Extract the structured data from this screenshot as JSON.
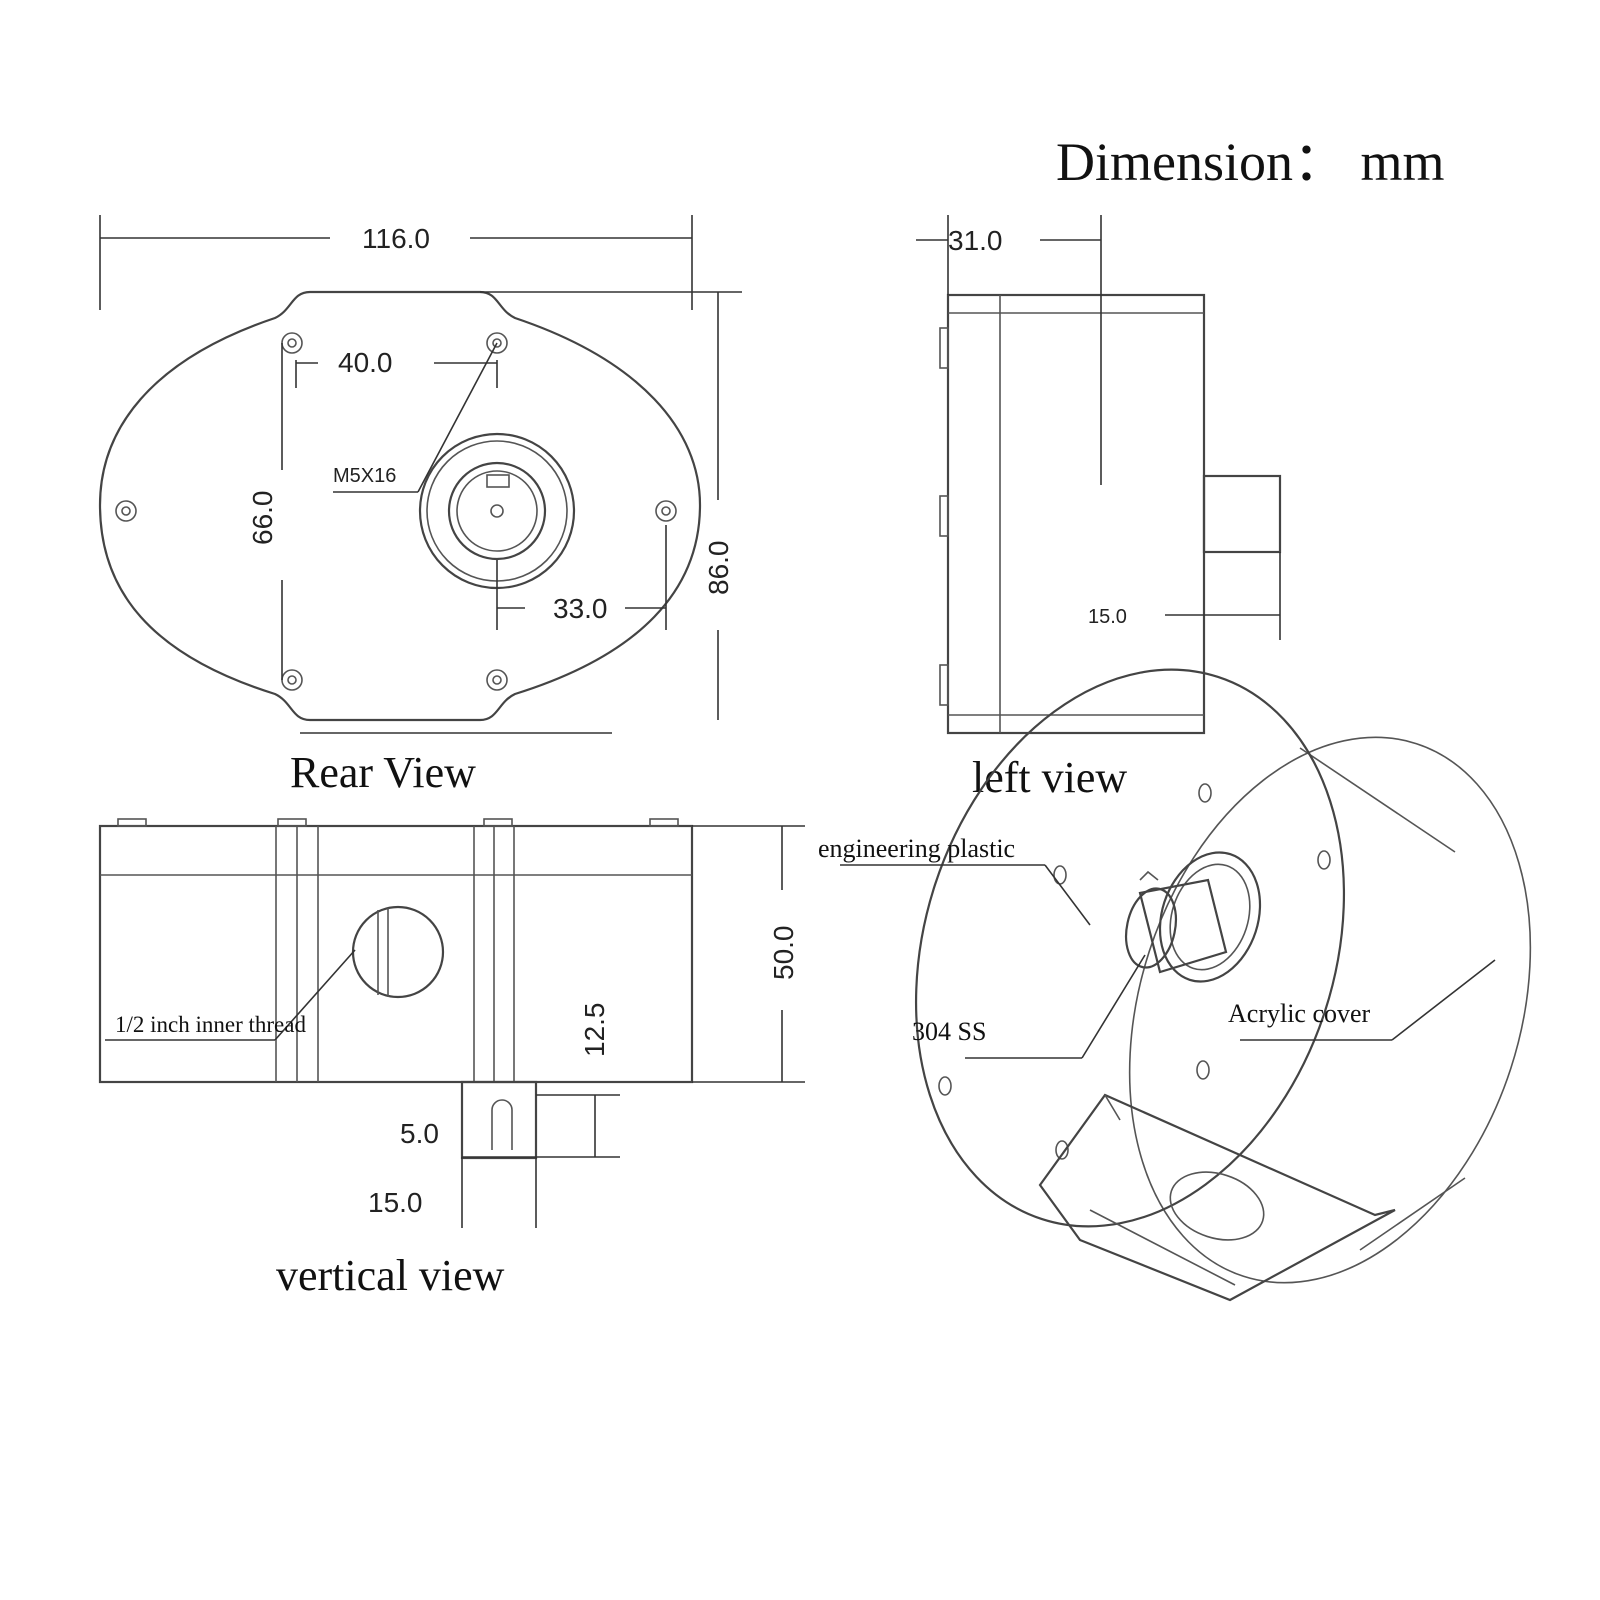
{
  "heading": "Dimension：  mm",
  "views": {
    "rear": "Rear View",
    "left": "left view",
    "vertical": "vertical view"
  },
  "dimensions": {
    "rear_width": "116.0",
    "rear_hole_spacing_h": "40.0",
    "rear_hole_spacing_v": "66.0",
    "rear_height": "86.0",
    "rear_shaft_offset": "33.0",
    "screw_spec": "M5X16",
    "left_depth": "31.0",
    "left_shaft_length": "15.0",
    "vert_height": "50.0",
    "vert_inset": "12.5",
    "vert_tab_height": "5.0",
    "vert_tab_width": "15.0"
  },
  "annotations": {
    "thread": "1/2 inch inner thread",
    "body_material": "engineering plastic",
    "shaft_material": "304 SS",
    "cover_material": "Acrylic cover"
  }
}
